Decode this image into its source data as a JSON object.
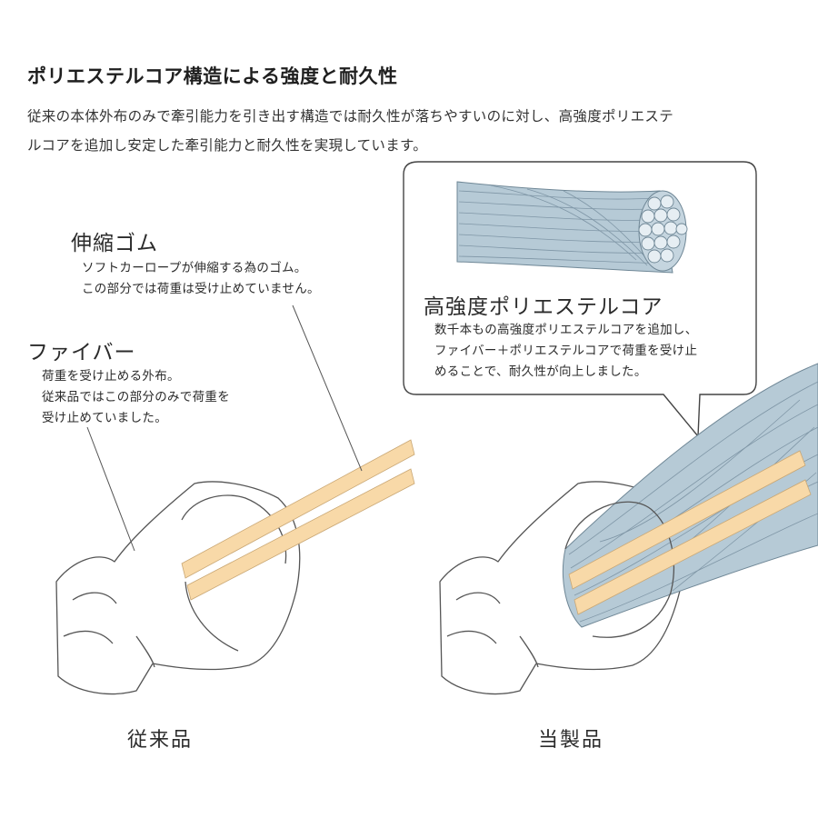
{
  "heading": "ポリエステルコア構造による強度と耐久性",
  "intro": {
    "line1": "従来の本体外布のみで牽引能力を引き出す構造では耐久性が落ちやすいのに対し、高強度ポリエステ",
    "line2": "ルコアを追加し安定した牽引能力と耐久性を実現しています。"
  },
  "labels": {
    "rubber": {
      "title": "伸縮ゴム",
      "line1": "ソフトカーロープが伸縮する為のゴム。",
      "line2": "この部分では荷重は受け止めていません。"
    },
    "fiber": {
      "title": "ファイバー",
      "line1": "荷重を受け止める外布。",
      "line2": "従来品ではこの部分のみで荷重を",
      "line3": "受け止めていました。"
    },
    "core": {
      "title": "高強度ポリエステルコア",
      "line1": "数千本もの高強度ポリエステルコアを追加し、",
      "line2": "ファイバー＋ポリエステルコアで荷重を受け止",
      "line3": "めることで、耐久性が向上しました。"
    }
  },
  "captions": {
    "conventional": "従来品",
    "ours": "当製品"
  },
  "colors": {
    "rubber_band": "#f8d9a8",
    "core_fill": "#b6cad6",
    "core_line": "#7f96a6",
    "outline": "#555555"
  }
}
